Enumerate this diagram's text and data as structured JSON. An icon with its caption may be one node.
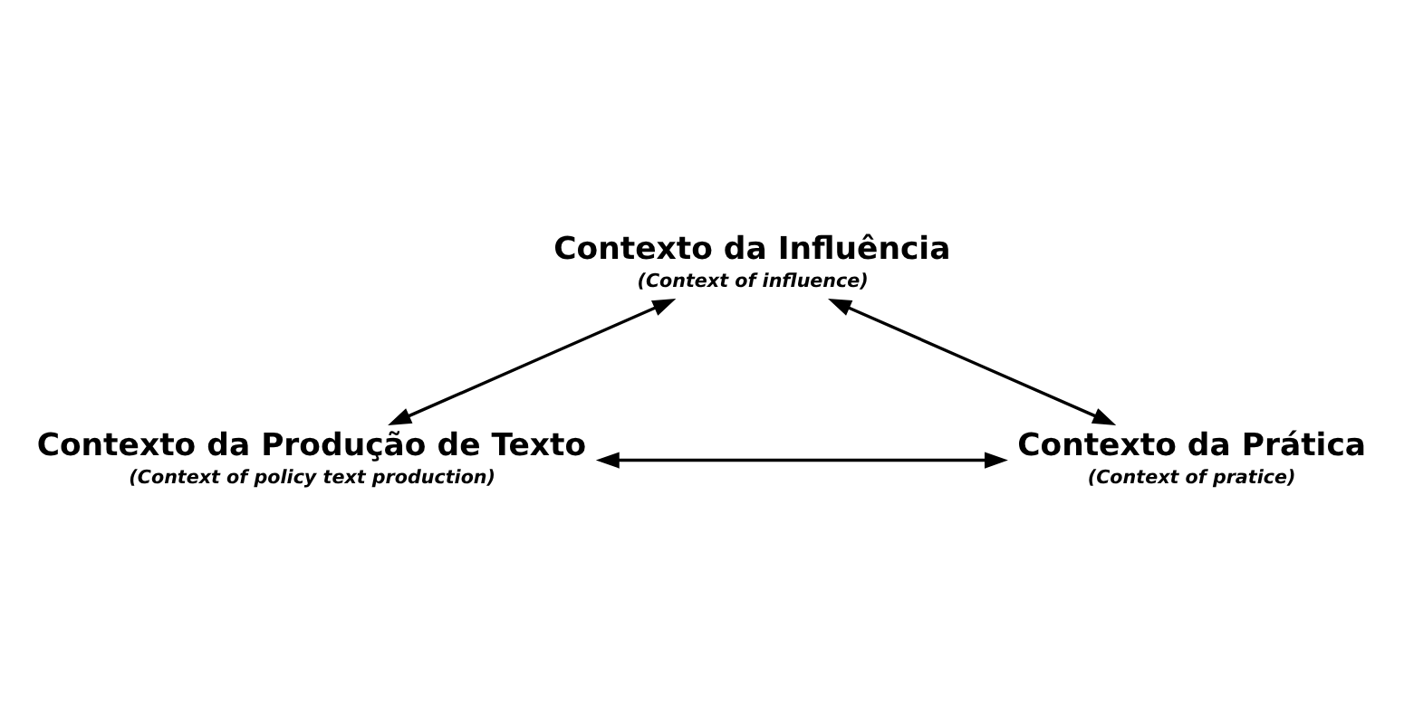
{
  "diagram": {
    "nodes": [
      {
        "text": [
          "Contexto da Influência",
          "(Context of influence)"
        ]
      },
      {
        "text": [
          "Contexto da Produção de Texto",
          "(Context of policy text production)"
        ]
      },
      {
        "text": [
          "Contexto da Prática",
          "(Context of pratice)"
        ]
      }
    ],
    "edges": [
      {
        "from": 0,
        "to": 1,
        "arrow": "both"
      },
      {
        "from": 0,
        "to": 2,
        "arrow": "both"
      },
      {
        "from": 1,
        "to": 2,
        "arrow": "both"
      }
    ]
  }
}
